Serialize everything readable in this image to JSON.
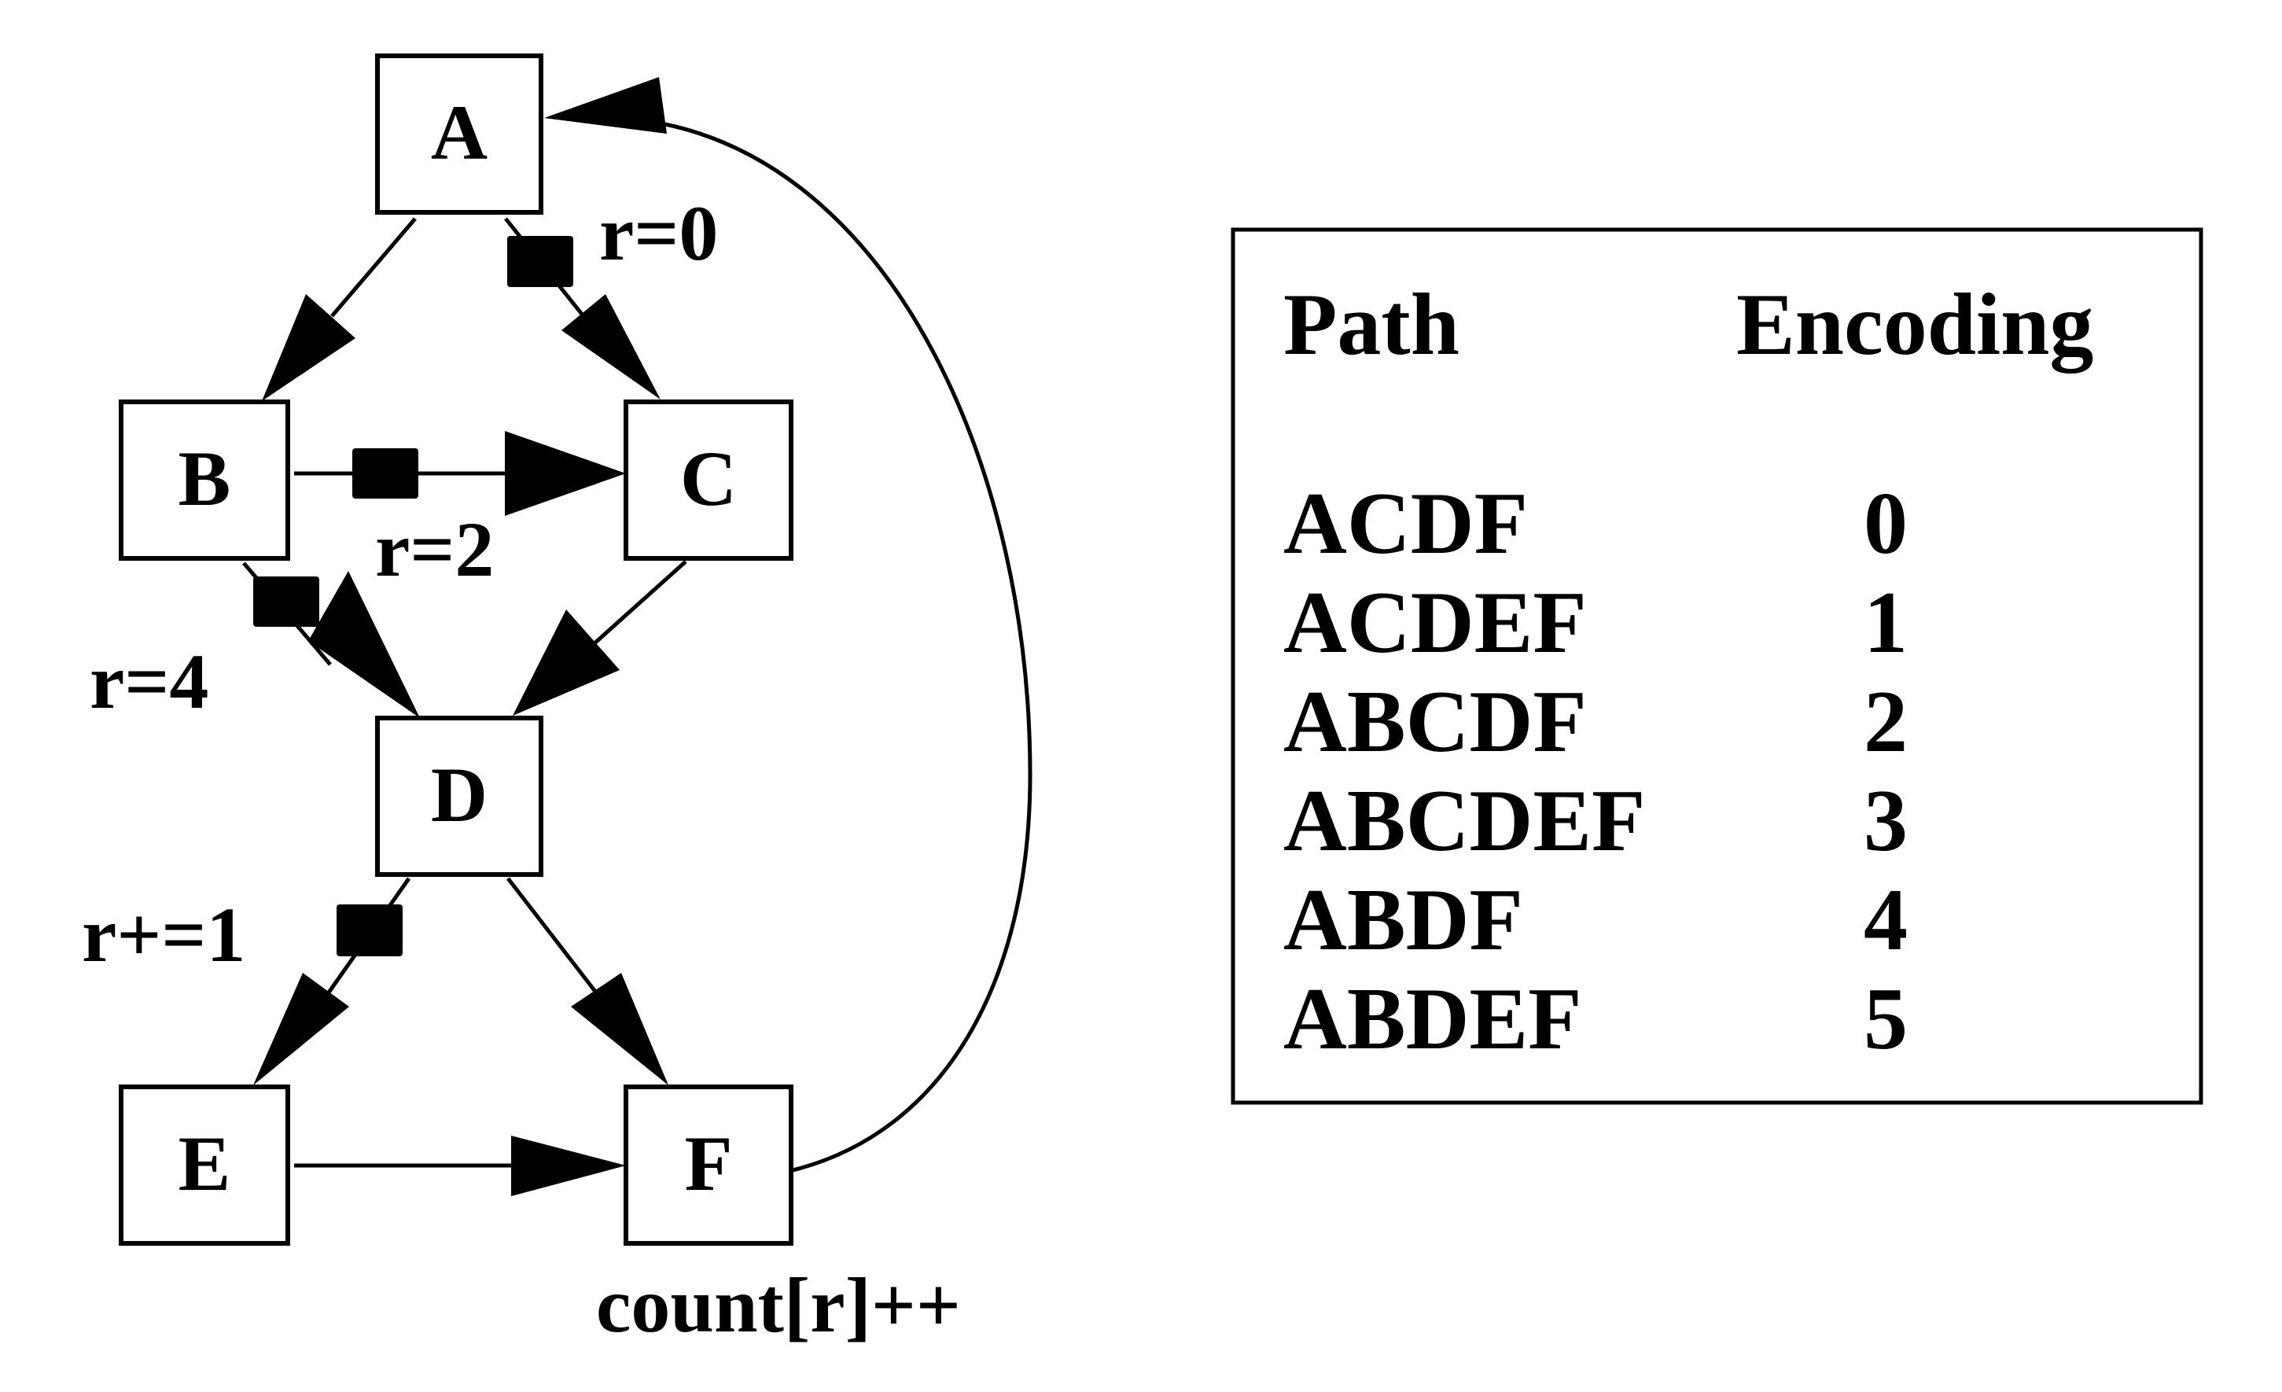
{
  "diagram": {
    "nodes": [
      {
        "id": "A",
        "label": "A"
      },
      {
        "id": "B",
        "label": "B"
      },
      {
        "id": "C",
        "label": "C"
      },
      {
        "id": "D",
        "label": "D"
      },
      {
        "id": "E",
        "label": "E"
      },
      {
        "id": "F",
        "label": "F"
      }
    ],
    "edges": [
      {
        "from": "A",
        "to": "B",
        "instrumented": false,
        "label": ""
      },
      {
        "from": "A",
        "to": "C",
        "instrumented": true,
        "label": "r=0"
      },
      {
        "from": "B",
        "to": "C",
        "instrumented": true,
        "label": "r=2"
      },
      {
        "from": "B",
        "to": "D",
        "instrumented": true,
        "label": "r=4"
      },
      {
        "from": "C",
        "to": "D",
        "instrumented": false,
        "label": ""
      },
      {
        "from": "D",
        "to": "E",
        "instrumented": true,
        "label": "r+=1"
      },
      {
        "from": "D",
        "to": "F",
        "instrumented": false,
        "label": ""
      },
      {
        "from": "E",
        "to": "F",
        "instrumented": false,
        "label": ""
      },
      {
        "from": "F",
        "to": "A",
        "instrumented": false,
        "label": "count[r]++"
      }
    ],
    "edge_labels": {
      "ac": "r=0",
      "bc": "r=2",
      "bd": "r=4",
      "de": "r+=1",
      "fa": "count[r]++"
    }
  },
  "table": {
    "headers": {
      "path": "Path",
      "encoding": "Encoding"
    },
    "rows": [
      {
        "path": "ACDF",
        "encoding": "0"
      },
      {
        "path": "ACDEF",
        "encoding": "1"
      },
      {
        "path": "ABCDF",
        "encoding": "2"
      },
      {
        "path": "ABCDEF",
        "encoding": "3"
      },
      {
        "path": "ABDF",
        "encoding": "4"
      },
      {
        "path": "ABDEF",
        "encoding": "5"
      }
    ]
  }
}
